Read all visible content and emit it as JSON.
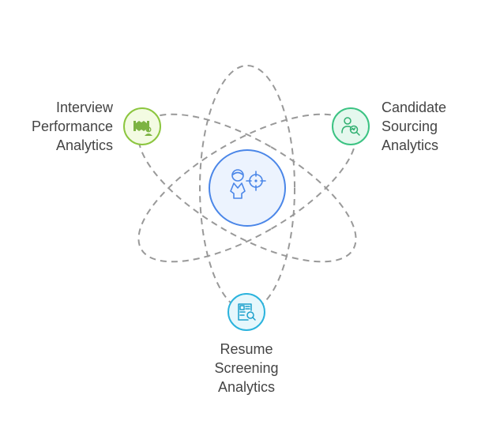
{
  "diagram": {
    "type": "orbit",
    "center": {
      "name": "recruitment-analytics-hub",
      "icon": "person-target-icon",
      "fill": "#ECF3FE",
      "stroke": "#4A86E8"
    },
    "orbit_style": {
      "stroke": "#999999",
      "dash": "8 6"
    },
    "nodes": [
      {
        "id": "interview",
        "label_lines": [
          "Interview",
          "Performance",
          "Analytics"
        ],
        "icon": "interview-panel-icon",
        "fill": "#F3FBE2",
        "stroke": "#8CC63F",
        "icon_color": "#7CB342"
      },
      {
        "id": "sourcing",
        "label_lines": [
          "Candidate",
          "Sourcing",
          "Analytics"
        ],
        "icon": "user-search-chart-icon",
        "fill": "#E5F8EE",
        "stroke": "#3CC383",
        "icon_color": "#2FAF70"
      },
      {
        "id": "resume",
        "label_lines": [
          "Resume",
          "Screening",
          "Analytics"
        ],
        "icon": "resume-search-icon",
        "fill": "#E6F7FC",
        "stroke": "#2BB3DD",
        "icon_color": "#1BA0CC"
      }
    ]
  }
}
